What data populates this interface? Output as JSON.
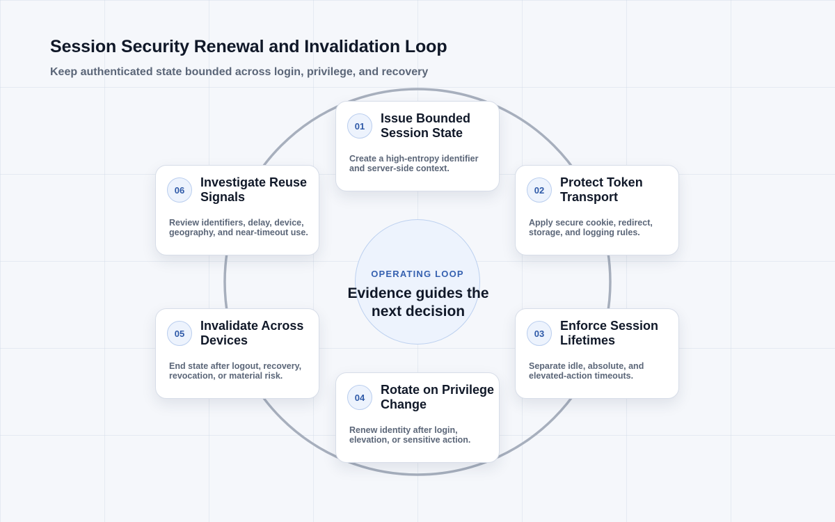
{
  "header": {
    "title": "Session Security Renewal and Invalidation Loop",
    "subtitle": "Keep authenticated state bounded across login, privilege, and recovery"
  },
  "hub": {
    "label": "OPERATING LOOP",
    "text": "Evidence guides the next decision"
  },
  "steps": [
    {
      "number": "01",
      "title": "Issue Bounded Session State",
      "description": "Create a high-entropy identifier and server-side context."
    },
    {
      "number": "02",
      "title": "Protect Token Transport",
      "description": "Apply secure cookie, redirect, storage, and logging rules."
    },
    {
      "number": "03",
      "title": "Enforce Session Lifetimes",
      "description": "Separate idle, absolute, and elevated-action timeouts."
    },
    {
      "number": "04",
      "title": "Rotate on Privilege Change",
      "description": "Renew identity after login, elevation, or sensitive action."
    },
    {
      "number": "05",
      "title": "Invalidate Across Devices",
      "description": "End state after logout, recovery, revocation, or material risk."
    },
    {
      "number": "06",
      "title": "Investigate Reuse Signals",
      "description": "Review identifiers, delay, device, geography, and near-timeout use."
    }
  ],
  "colors": {
    "ring": "#a7afbd",
    "accent": "#2f5aa8",
    "hub_fill": "#edf3fd"
  }
}
